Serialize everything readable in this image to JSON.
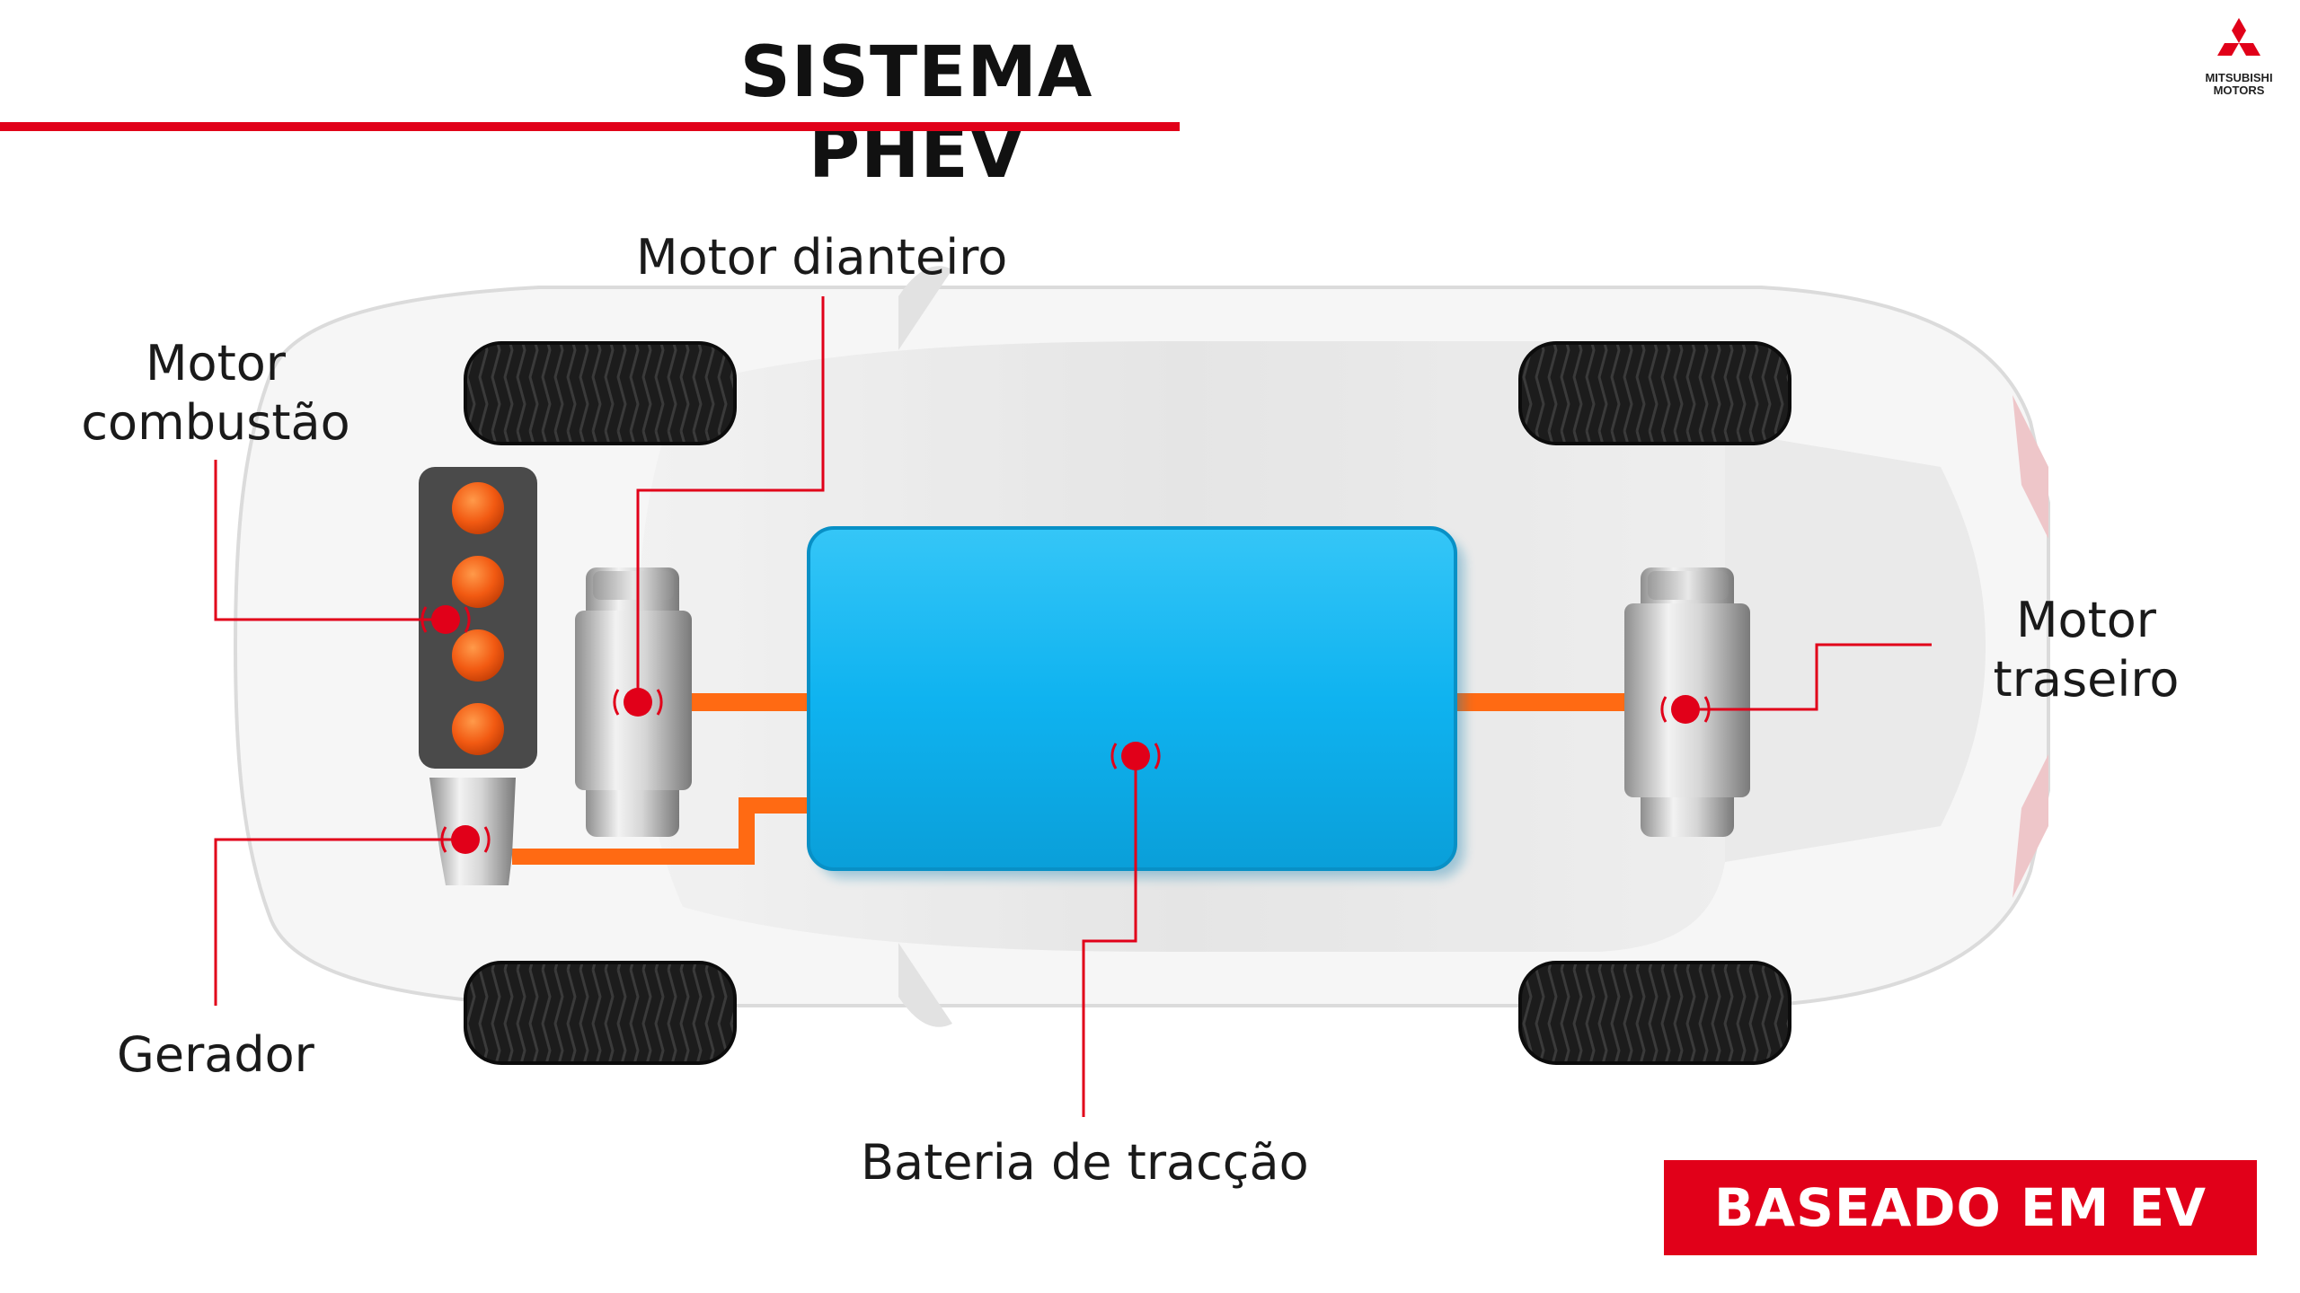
{
  "header": {
    "title": "SISTEMA PHEV"
  },
  "brand": {
    "line1": "MITSUBISHI",
    "line2": "MOTORS"
  },
  "labels": {
    "front_motor": "Motor dianteiro",
    "combustion_line1": "Motor",
    "combustion_line2": "combustão",
    "rear_line1": "Motor",
    "rear_line2": "traseiro",
    "generator": "Gerador",
    "battery": "Bateria de tracção"
  },
  "badge": {
    "text": "BASEADO EM EV"
  },
  "colors": {
    "accent_red": "#e10019",
    "battery_blue": "#10b6f2",
    "power_line_orange": "#ff6a13",
    "engine_dot_orange": "#f25a12"
  }
}
